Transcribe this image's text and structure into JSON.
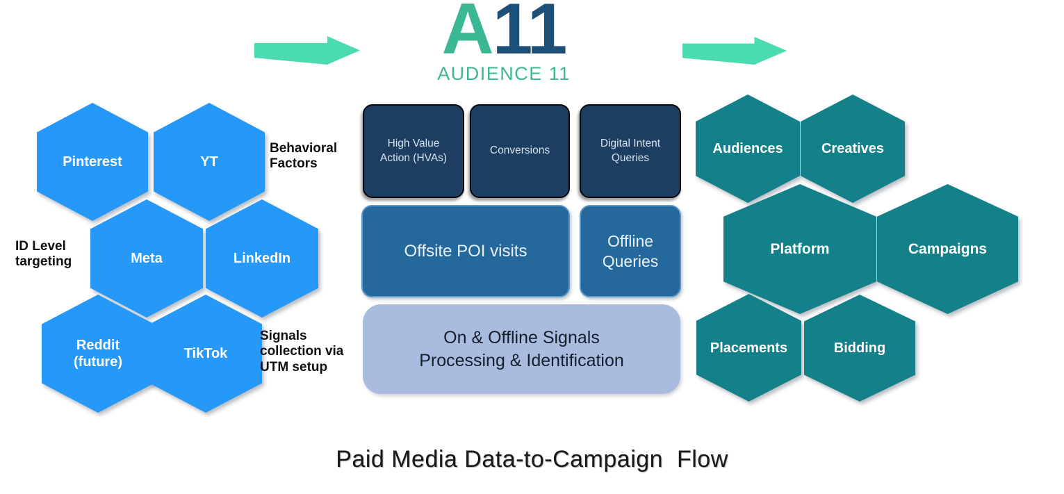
{
  "logo": {
    "prefix": "A",
    "suffix": "11",
    "subtitle": "AUDIENCE 11"
  },
  "title": "Paid Media Data-to-Campaign  Flow",
  "left_cluster": {
    "hexagons": [
      {
        "label": "Pinterest"
      },
      {
        "label": "YT"
      },
      {
        "label": "Meta"
      },
      {
        "label": "LinkedIn"
      },
      {
        "label": "Reddit (future)"
      },
      {
        "label": "TikTok"
      }
    ],
    "annotations": [
      {
        "text": "Behavioral Factors"
      },
      {
        "text": "ID Level targeting"
      },
      {
        "text": "Signals collection via UTM setup"
      }
    ]
  },
  "center": {
    "top_boxes": [
      {
        "label": "High Value Action (HVAs)"
      },
      {
        "label": "Conversions"
      },
      {
        "label": "Digital Intent Queries"
      }
    ],
    "mid_boxes": [
      {
        "label": "Offsite POI visits"
      },
      {
        "label": "Offline Queries"
      }
    ],
    "bottom_box": {
      "line1": "On & Offline Signals",
      "line2": "Processing & Identification"
    }
  },
  "right_cluster": {
    "hexagons": [
      {
        "label": "Audiences"
      },
      {
        "label": "Creatives"
      },
      {
        "label": "Platform"
      },
      {
        "label": "Campaigns"
      },
      {
        "label": "Placements"
      },
      {
        "label": "Bidding"
      }
    ]
  },
  "colors": {
    "left_hexagon": "#2598f8",
    "right_hexagon": "#14808a",
    "dark_box": "#1d3e61",
    "mid_box": "#25699c",
    "bottom_box": "#a9bcdf",
    "arrow_green": "#4adbb0",
    "logo_green": "#3bb893",
    "logo_navy": "#1d5078"
  }
}
